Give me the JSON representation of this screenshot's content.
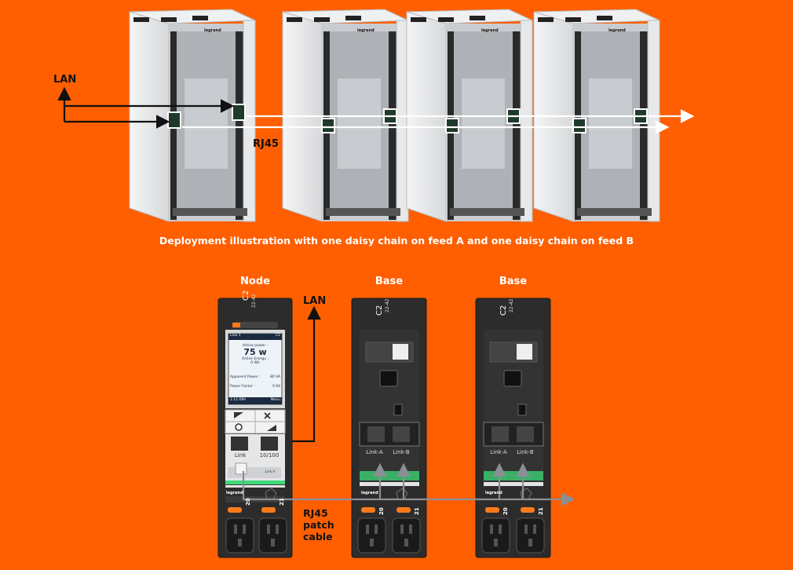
{
  "top": {
    "lan_label": "LAN",
    "rj45_label": "RJ45",
    "caption": "Deployment illustration with one daisy chain on feed A and one daisy chain on feed B",
    "rack_brand": "legrand"
  },
  "bottom": {
    "lan_label": "LAN",
    "patch_cable_label": [
      "RJ45",
      "patch",
      "cable"
    ],
    "units": [
      {
        "title": "Node",
        "type_code": "C2",
        "range": "22-42",
        "brand": "legrand",
        "screen": {
          "header_left": "Line 1",
          "header_right": "C2",
          "active_power_label": "Active power :",
          "active_power_value": "75 w",
          "active_energy_label": "Active Energy :",
          "active_energy_value": "0 Wh",
          "apparent_power_label": "Apparent Power :",
          "apparent_power_value": "80 VA",
          "power_factor_label": "Power Factor :",
          "power_factor_value": "0.94",
          "footer_left": "1:11:09h",
          "footer_right": "Menu"
        },
        "port_labels": [
          "Link",
          "10/100"
        ],
        "port_sublabel": "Link A",
        "outlets": [
          "20",
          "21"
        ]
      },
      {
        "title": "Base",
        "type_code": "C2",
        "range": "22-42",
        "brand": "legrand",
        "port_labels": [
          "Link-A",
          "Link-B"
        ],
        "outlets": [
          "20",
          "21"
        ]
      },
      {
        "title": "Base",
        "type_code": "C2",
        "range": "22-42",
        "brand": "legrand",
        "port_labels": [
          "Link-A",
          "Link-B"
        ],
        "outlets": [
          "20",
          "21"
        ]
      }
    ]
  },
  "colors": {
    "background": "#FF5F00",
    "rack": "#E3E4E6",
    "pdu": "#2C2C2C",
    "cable": "#8A8F94",
    "accent_green": "#3DDB7A",
    "accent_orange": "#FF7A1A"
  }
}
